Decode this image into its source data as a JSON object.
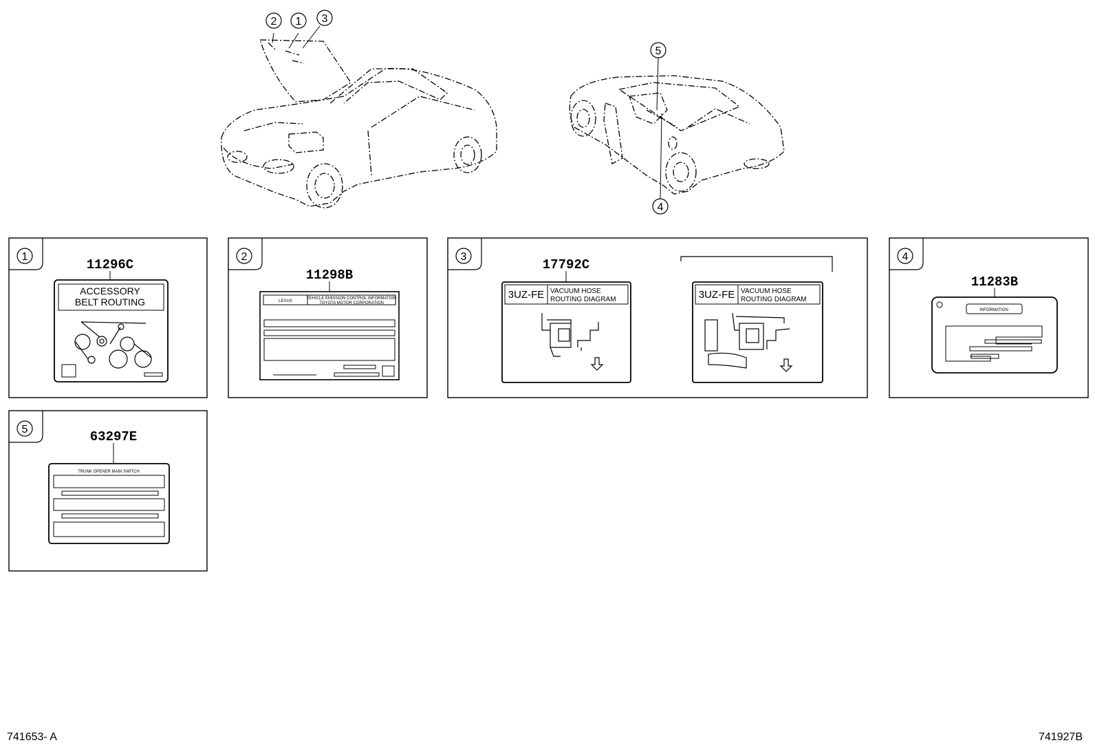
{
  "callouts": {
    "top_left": [
      "2",
      "1",
      "3"
    ],
    "top_right": [
      "5",
      "4"
    ]
  },
  "panels": [
    {
      "index": "1",
      "part_number": "11296C",
      "label_line1": "ACCESSORY",
      "label_line2": "BELT ROUTING"
    },
    {
      "index": "2",
      "part_number": "11298B",
      "header_left": "LEXUS",
      "header_right1": "VEHICLE EMISSION CONTROL INFORMATION",
      "header_right2": "TOYOTA MOTOR CORPORATION"
    },
    {
      "index": "3",
      "part_number": "17792C",
      "label_a_engine": "3UZ-FE",
      "label_a_line1": "VACUUM HOSE",
      "label_a_line2": "ROUTING DIAGRAM",
      "label_b_engine": "3UZ-FE",
      "label_b_line1": "VACUUM HOSE",
      "label_b_line2": "ROUTING DIAGRAM"
    },
    {
      "index": "4",
      "part_number": "11283B",
      "header": "INFORMATION"
    },
    {
      "index": "5",
      "part_number": "63297E",
      "header": "TRUNK OPENER MAIN SWITCH"
    }
  ],
  "footer": {
    "left": "741653- A",
    "right": "741927B"
  }
}
